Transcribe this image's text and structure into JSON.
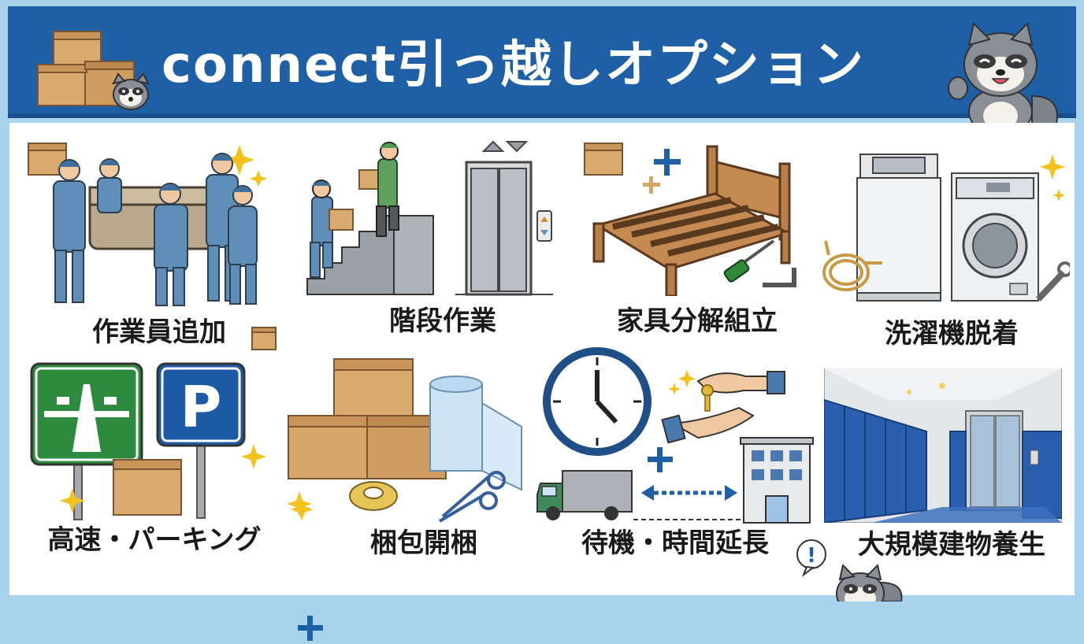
{
  "header": {
    "title": "connect引っ越しオプション"
  },
  "options": [
    {
      "label": "作業員追加"
    },
    {
      "label": "階段作業"
    },
    {
      "label": "家具分解組立"
    },
    {
      "label": "洗濯機脱着"
    },
    {
      "label": "高速・パーキング"
    },
    {
      "label": "梱包開梱"
    },
    {
      "label": "待機・時間延長"
    },
    {
      "label": "大規模建物養生"
    }
  ],
  "sign_parking_letter": "P",
  "mascot_alert_symbol": "!",
  "colors": {
    "header_blue": "#1f5fa6",
    "frame_light_blue": "#a9d3ec",
    "worker_blue": "#5f8fb8",
    "box_tan": "#d4a66a",
    "sign_green": "#2d8a3e",
    "sign_blue": "#1d5aa5",
    "sparkle_yellow": "#f3c21b",
    "plus_blue": "#1f5fa6",
    "protection_blue": "#2a5fb0"
  },
  "icons": [
    "cardboard-boxes-icon",
    "raccoon-mascot-icon",
    "movers-carrying-sofa-icon",
    "stairs-worker-icon",
    "elevator-icon",
    "bed-frame-icon",
    "screwdriver-icon",
    "hex-key-icon",
    "washing-machine-icon",
    "drum-washer-icon",
    "hose-icon",
    "wrench-icon",
    "highway-sign-icon",
    "parking-sign-icon",
    "box-stack-icon",
    "bubble-wrap-icon",
    "packing-tape-icon",
    "scissors-icon",
    "clock-icon",
    "key-handover-icon",
    "truck-icon",
    "double-arrow-icon",
    "building-icon",
    "protected-hallway-icon",
    "sparkle-icon",
    "plus-icon"
  ]
}
